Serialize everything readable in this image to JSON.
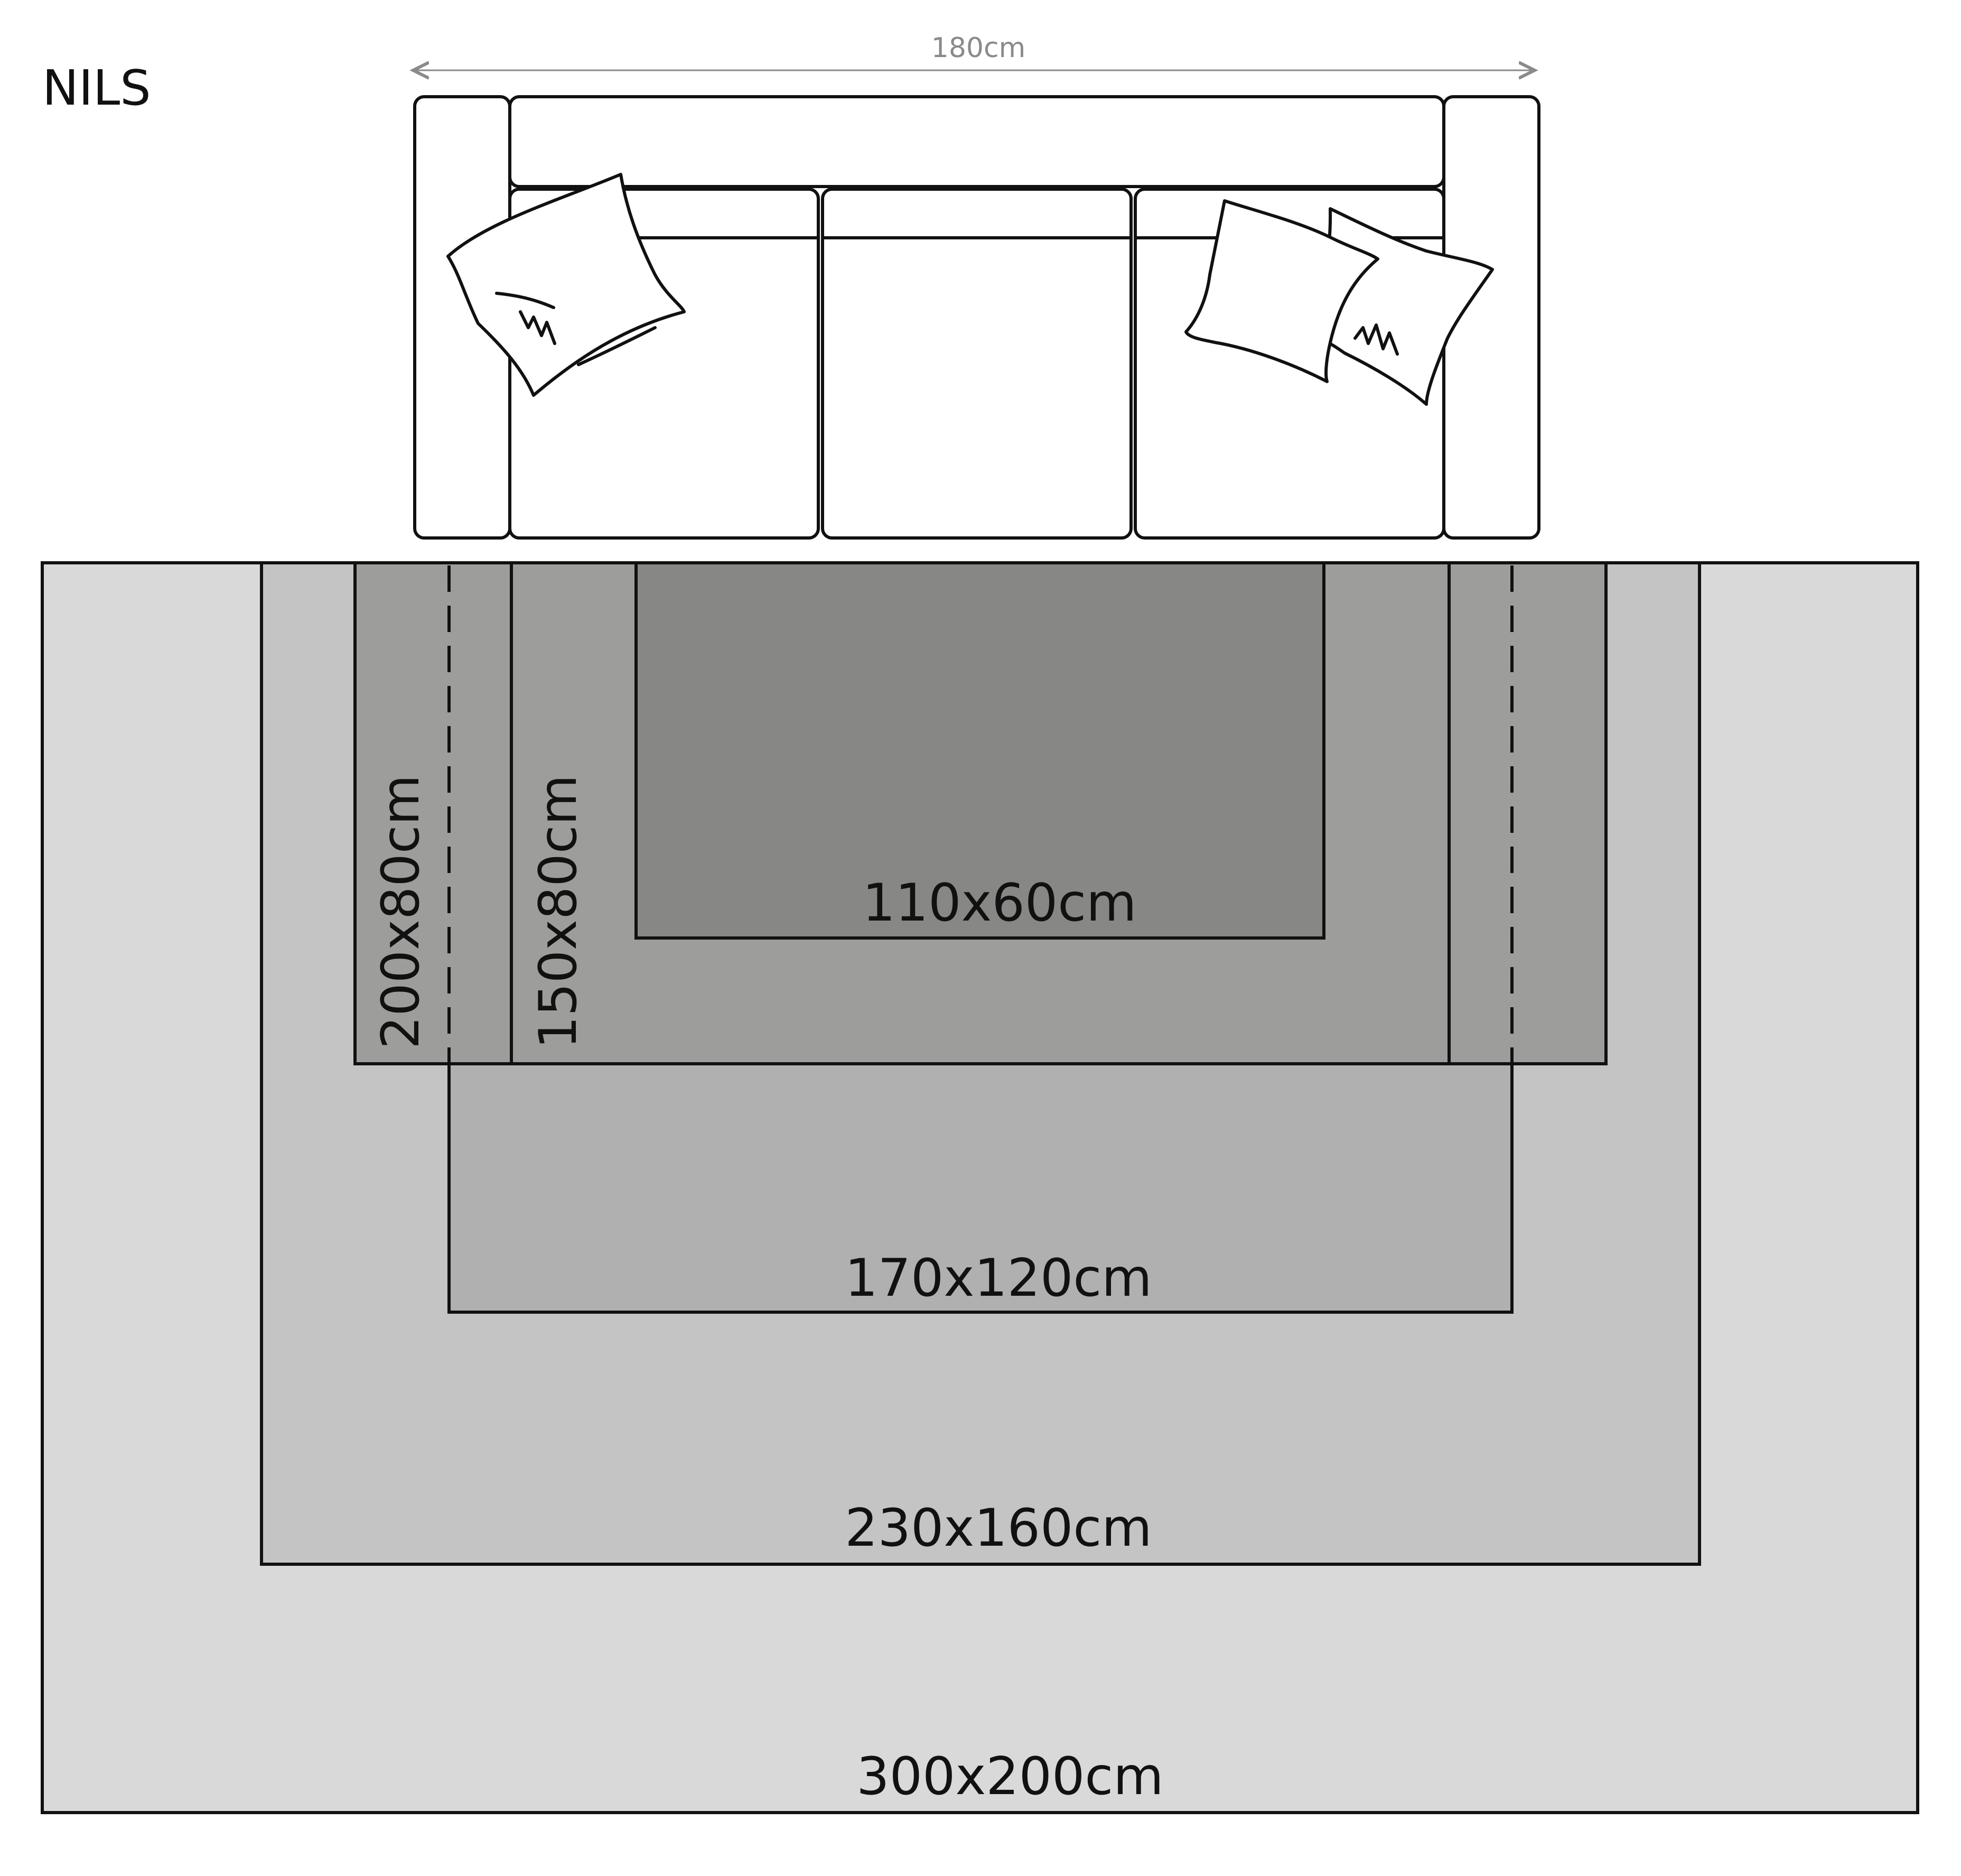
{
  "brand": "NILS",
  "sofa": {
    "width_label": "180cm"
  },
  "rugs": [
    {
      "id": "rug-300x200",
      "label": "300x200cm",
      "fill": "#d9d9d9"
    },
    {
      "id": "rug-230x160",
      "label": "230x160cm",
      "fill": "#c4c4c4"
    },
    {
      "id": "rug-200x80",
      "label": "200x80cm",
      "fill": "#9d9d9b"
    },
    {
      "id": "rug-150x80",
      "label": "150x80cm",
      "fill": "#9d9d9b"
    },
    {
      "id": "rug-170x120",
      "label": "170x120cm",
      "fill": "#b0b0b0"
    },
    {
      "id": "rug-110x60",
      "label": "110x60cm",
      "fill": "#878785"
    }
  ],
  "colors": {
    "line": "#111111",
    "dimension_line": "#8a8a8a",
    "background": "#ffffff"
  }
}
